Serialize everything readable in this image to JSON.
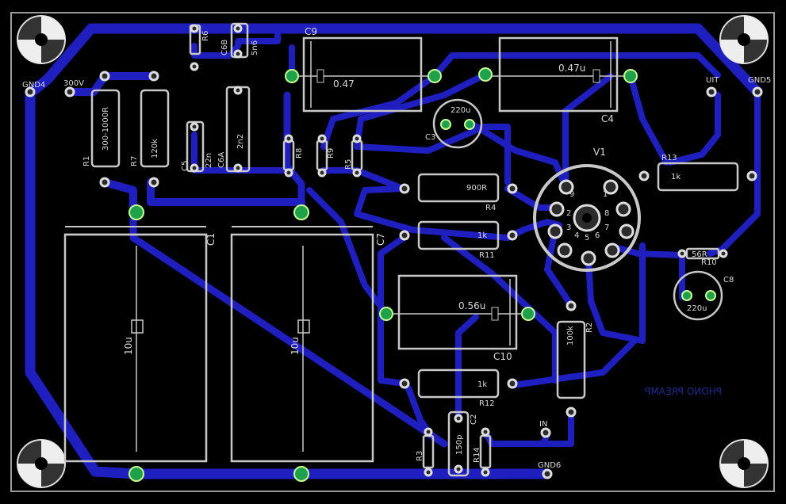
{
  "board": {
    "title_mirrored": "PHONO PREAMP",
    "tube": {
      "ref": "V1",
      "pins": [
        "1",
        "2",
        "3",
        "4",
        "5",
        "6",
        "7",
        "8",
        "9"
      ]
    }
  },
  "components": {
    "C9": {
      "ref": "C9",
      "value": "0.47"
    },
    "C4": {
      "ref": "C4",
      "value": "0.47u"
    },
    "C3": {
      "ref": "C3",
      "value": "220u"
    },
    "C8": {
      "ref": "C8",
      "value": "220u"
    },
    "C1": {
      "ref": "C1",
      "value": "10u"
    },
    "C7": {
      "ref": "C7",
      "value": "10u"
    },
    "C10": {
      "ref": "C10",
      "value": "0.56u"
    },
    "C2": {
      "ref": "C2",
      "value": "150p"
    },
    "C5": {
      "ref": "C5",
      "value": "22n"
    },
    "C6A": {
      "ref": "C6A",
      "value": "2n2"
    },
    "C6B": {
      "ref": "C6B",
      "value": "5n6"
    },
    "R1": {
      "ref": "R1",
      "value": "300-1000R"
    },
    "R7": {
      "ref": "R7",
      "value": "120k"
    },
    "R4": {
      "ref": "R4",
      "value": "900R"
    },
    "R11": {
      "ref": "R11",
      "value": "1k"
    },
    "R12": {
      "ref": "R12",
      "value": "1k"
    },
    "R13": {
      "ref": "R13",
      "value": "1k"
    },
    "R2": {
      "ref": "R2",
      "value": "100k"
    },
    "R3": {
      "ref": "R3"
    },
    "R14": {
      "ref": "R14"
    },
    "R5": {
      "ref": "R5"
    },
    "R6": {
      "ref": "R6"
    },
    "R8": {
      "ref": "R8"
    },
    "R9": {
      "ref": "R9"
    },
    "R10": {
      "ref": "R10",
      "value": "56R"
    }
  },
  "terminals": {
    "gnd4": "GND4",
    "v300": "300V",
    "uit": "UIT",
    "gnd5": "GND5",
    "in": "IN",
    "gnd6": "GND6"
  },
  "colors": {
    "background": "#000000",
    "trace": "#1f1fbf",
    "pad": "#1fa04a",
    "silkscreen": "#c8c8c8"
  }
}
